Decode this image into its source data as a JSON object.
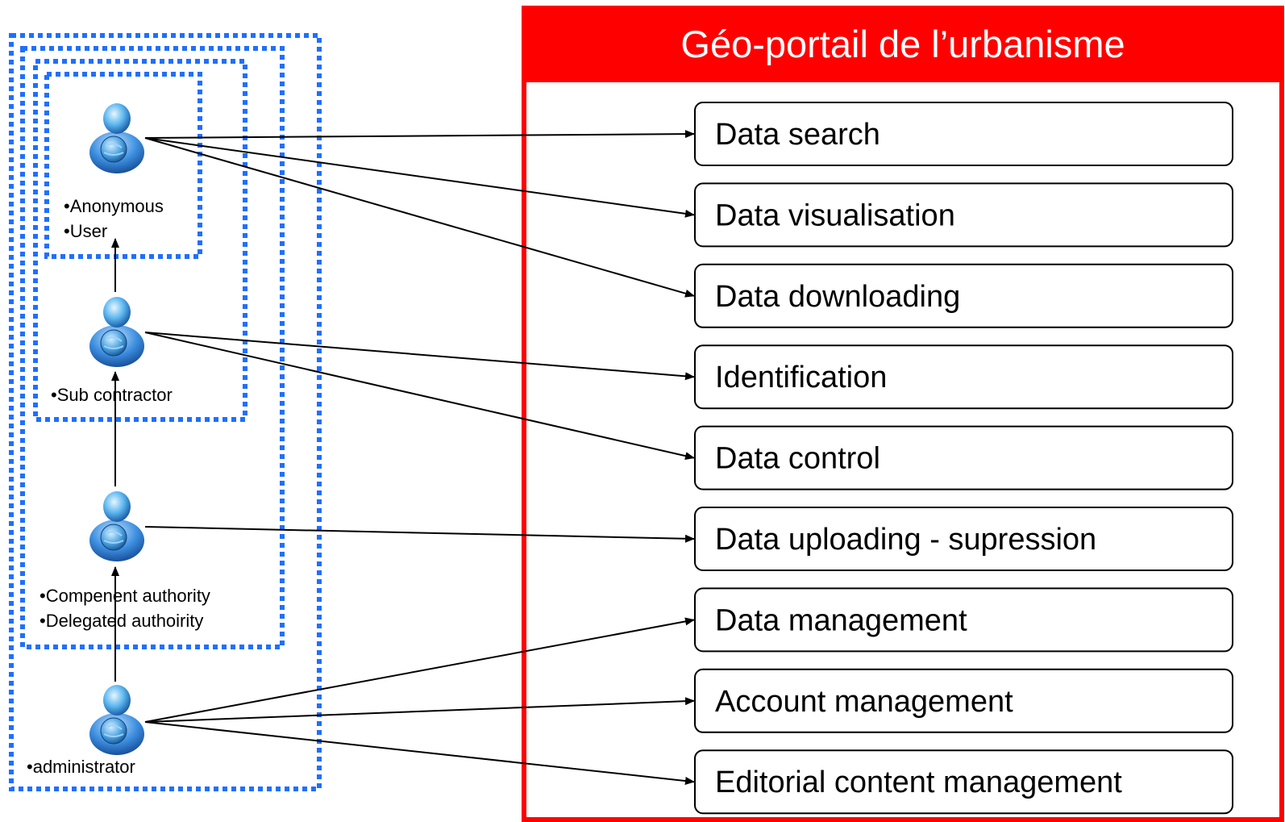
{
  "portal": {
    "title": "Géo-portail de l’urbanisme",
    "colors": {
      "frame": "#ff0000",
      "title_text": "#ffffff",
      "group_border": "#1f6fff"
    }
  },
  "functions": [
    {
      "id": "data-search",
      "label": "Data search"
    },
    {
      "id": "data-visualisation",
      "label": "Data visualisation"
    },
    {
      "id": "data-downloading",
      "label": "Data downloading"
    },
    {
      "id": "identification",
      "label": "Identification"
    },
    {
      "id": "data-control",
      "label": "Data control"
    },
    {
      "id": "data-uploading",
      "label": "Data uploading - supression"
    },
    {
      "id": "data-management",
      "label": "Data management"
    },
    {
      "id": "account-management",
      "label": "Account management"
    },
    {
      "id": "editorial-content-management",
      "label": "Editorial content management"
    }
  ],
  "actors": [
    {
      "id": "anonymous-user",
      "icon": "user-icon",
      "lines": [
        "•Anonymous",
        "•User"
      ]
    },
    {
      "id": "sub-contractor",
      "icon": "user-icon",
      "lines": [
        "•Sub contractor"
      ]
    },
    {
      "id": "competent-authority",
      "icon": "user-icon",
      "lines": [
        "•Compenent authority",
        "•Delegated authoirity"
      ]
    },
    {
      "id": "administrator",
      "icon": "user-icon",
      "lines": [
        "•administrator"
      ]
    }
  ],
  "connections": [
    {
      "from": "anonymous-user",
      "to": "data-search"
    },
    {
      "from": "anonymous-user",
      "to": "data-visualisation"
    },
    {
      "from": "anonymous-user",
      "to": "data-downloading"
    },
    {
      "from": "sub-contractor",
      "to": "identification"
    },
    {
      "from": "sub-contractor",
      "to": "data-control"
    },
    {
      "from": "competent-authority",
      "to": "data-uploading"
    },
    {
      "from": "administrator",
      "to": "data-management"
    },
    {
      "from": "administrator",
      "to": "account-management"
    },
    {
      "from": "administrator",
      "to": "editorial-content-management"
    }
  ],
  "hierarchy": [
    {
      "from": "sub-contractor",
      "to": "anonymous-user"
    },
    {
      "from": "competent-authority",
      "to": "sub-contractor"
    },
    {
      "from": "administrator",
      "to": "competent-authority"
    }
  ]
}
